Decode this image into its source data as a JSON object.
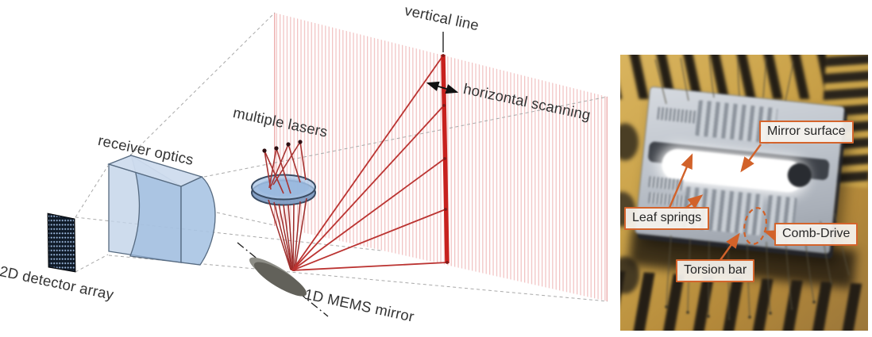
{
  "figure": {
    "diagram": {
      "labels": {
        "detector_array": "2D detector array",
        "receiver_optics": "receiver optics",
        "multiple_lasers": "multiple lasers",
        "vertical_line": "vertical line",
        "horizontal_scanning": "horizontal scanning",
        "mems_mirror": "1D MEMS mirror"
      },
      "colors": {
        "laser_red": "#a83331",
        "scan_line_red": "#c7211e",
        "stripe_pink": "#f2c4c4",
        "lens_blue": "#aac7e7",
        "guide_gray": "#a9a9a9"
      }
    },
    "photo": {
      "labels": {
        "mirror_surface": "Mirror surface",
        "leaf_springs": "Leaf springs",
        "comb_drive": "Comb-Drive",
        "torsion_bar": "Torsion bar"
      },
      "colors": {
        "annotation_orange": "#d2622a",
        "label_background": "#f5f2ec",
        "label_text": "#262626"
      }
    }
  }
}
